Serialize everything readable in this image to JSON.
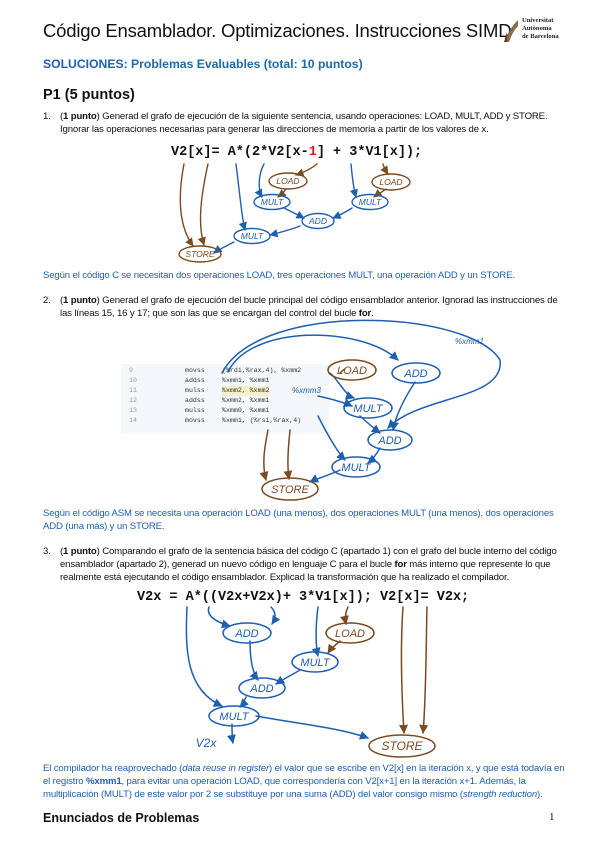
{
  "header": {
    "title": "Código Ensamblador. Optimizaciones. Instrucciones SIMD",
    "logo_lines": [
      "Universitat",
      "Autònoma",
      "de Barcelona"
    ]
  },
  "solutions_heading": {
    "keyword": "SOLUCIONES:",
    "rest": " Problemas Evaluables (total: 10 puntos)"
  },
  "p1_heading": "P1 (5 puntos)",
  "q1": {
    "number": "1.",
    "points": "1 punto",
    "text_a": ") Generad el grafo de ejecución de la siguiente sentencia, usando operaciones: LOAD, MULT, ADD y STORE.",
    "text_b": "Ignorar las operaciones necesarias para generar las direcciones de memoria a partir de los valores de x.",
    "code_pre": "V2[x]= A*(2*V2[x-",
    "code_red": "1",
    "code_post": "] + 3*V1[x]);",
    "graph_labels": {
      "load1": "LOAD",
      "load2": "LOAD",
      "mult1": "MULT",
      "mult2": "MULT",
      "add": "ADD",
      "mult3": "MULT",
      "store": "STORE"
    },
    "answer": "Según el código C se necesitan dos operaciones LOAD, tres operaciones MULT, una operación ADD y un STORE."
  },
  "q2": {
    "number": "2.",
    "points": "1 punto",
    "text_a": ") Generad el grafo de ejecución del bucle principal del código ensamblador anterior. Ignorad las instrucciones de",
    "text_b_pre": "las líneas 15, 16 y 17; que son las que se encargan del control del bucle ",
    "text_b_bold": "for",
    "text_b_post": ".",
    "asm_rows": [
      {
        "line": "9",
        "op": "movss",
        "args": "(%rdi,%rax,4), %xmm2"
      },
      {
        "line": "10",
        "op": "addss",
        "args": "%xmm1, %xmm1"
      },
      {
        "line": "11",
        "op": "mulss",
        "args": "%xmm2, %xmm2"
      },
      {
        "line": "12",
        "op": "addss",
        "args": "%xmm2, %xmm1"
      },
      {
        "line": "13",
        "op": "mulss",
        "args": "%xmm0, %xmm1"
      },
      {
        "line": "14",
        "op": "movss",
        "args": "%xmm1, (%rsi,%rax,4)"
      }
    ],
    "annotations": {
      "xmm1": "%xmm1",
      "xmm3": "%xmm3"
    },
    "graph_labels": {
      "load": "LOAD",
      "add1": "ADD",
      "mult1": "MULT",
      "add2": "ADD",
      "mult2": "MULT",
      "store": "STORE"
    },
    "answer_a": "Según el código ASM se necesita una operación LOAD (una menos), dos operaciones MULT (una menos), dos operaciones",
    "answer_b": "ADD (una más) y un STORE."
  },
  "q3": {
    "number": "3.",
    "points": "1 punto",
    "text_a": ") Comparando el grafo de la sentencia básica del código C (apartado 1) con el grafo del bucle interno del código",
    "text_b_pre": "ensamblador (apartado 2), generad un nuevo código en lenguaje C para el bucle ",
    "text_b_bold": "for",
    "text_b_post": " más interno que represente lo que",
    "text_c": "realmente está ejecutando el código ensamblador. Explicad la transformación que ha realizado el compilador.",
    "code": "V2x = A*((V2x+V2x)+ 3*V1[x]); V2[x]= V2x;",
    "graph_labels": {
      "add1": "ADD",
      "load": "LOAD",
      "mult1": "MULT",
      "add2": "ADD",
      "mult2": "MULT",
      "v2x": "V2x",
      "store": "STORE"
    },
    "answer_l1_pre": "El compilador ha reaprovechado (",
    "answer_l1_it": "data reuse in register",
    "answer_l1_post": ") el valor que se escribe en V2[x] en la iteración x, y que está todavía en",
    "answer_l2_pre": "el registro ",
    "answer_l2_bold": "%xmm1",
    "answer_l2_post": ", para evitar una operación LOAD, que correspondería con V2[x+1] en la iteración x+1. Además, la",
    "answer_l3_pre": "multiplicación (MULT) de este valor por 2 se substituye por una suma (ADD) del valor consigo mismo (",
    "answer_l3_it": "strength reduction",
    "answer_l3_post": ")."
  },
  "footer": {
    "left": "Enunciados de Problemas",
    "page": "1"
  },
  "colors": {
    "blue": "#1f5fb0",
    "brown": "#7a4a22",
    "red": "#d62020"
  }
}
